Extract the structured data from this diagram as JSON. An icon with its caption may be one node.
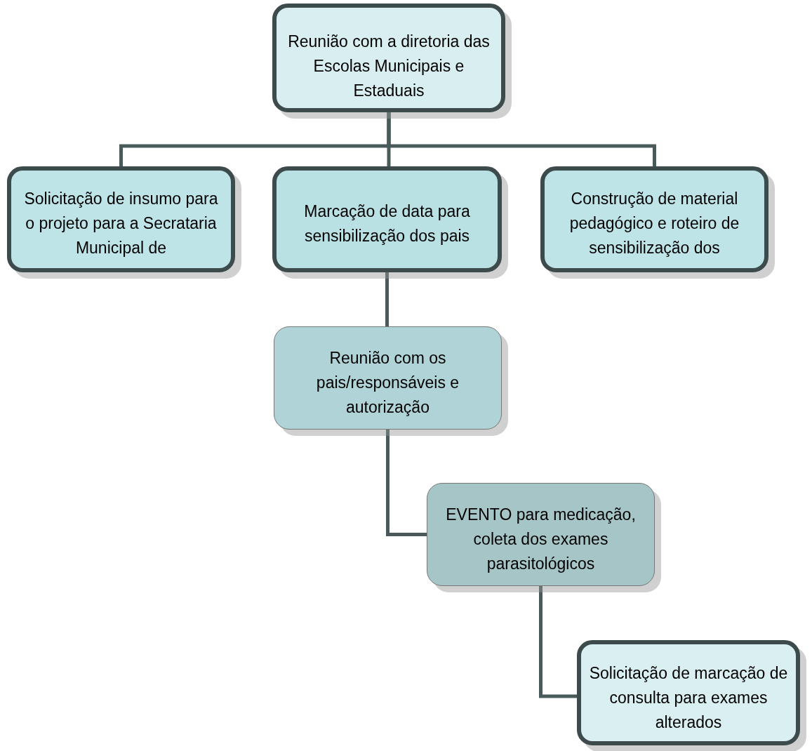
{
  "diagram": {
    "nodes": [
      {
        "text": [
          "Reunião com a diretoria das Escolas Municipais e Estaduais"
        ]
      },
      {
        "text": [
          "Solicitação de insumo para o projeto para a Secrataria Municipal de"
        ]
      },
      {
        "text": [
          "Marcação de data para sensibilização dos pais"
        ]
      },
      {
        "text": [
          "Construção de material pedagógico e roteiro de sensibilização dos"
        ]
      },
      {
        "text": [
          "Reunião com os pais/responsáveis e autorização"
        ]
      },
      {
        "text": [
          "EVENTO para medicação, coleta dos exames parasitológicos"
        ]
      },
      {
        "text": [
          "Solicitação de marcação de consulta para exames alterados"
        ]
      }
    ],
    "edges": [
      {
        "from": 0,
        "to": 1,
        "arrow": "none"
      },
      {
        "from": 0,
        "to": 2,
        "arrow": "none"
      },
      {
        "from": 0,
        "to": 3,
        "arrow": "none"
      },
      {
        "from": 2,
        "to": 4,
        "arrow": "none"
      },
      {
        "from": 4,
        "to": 5,
        "arrow": "none"
      },
      {
        "from": 5,
        "to": 6,
        "arrow": "none"
      }
    ]
  }
}
